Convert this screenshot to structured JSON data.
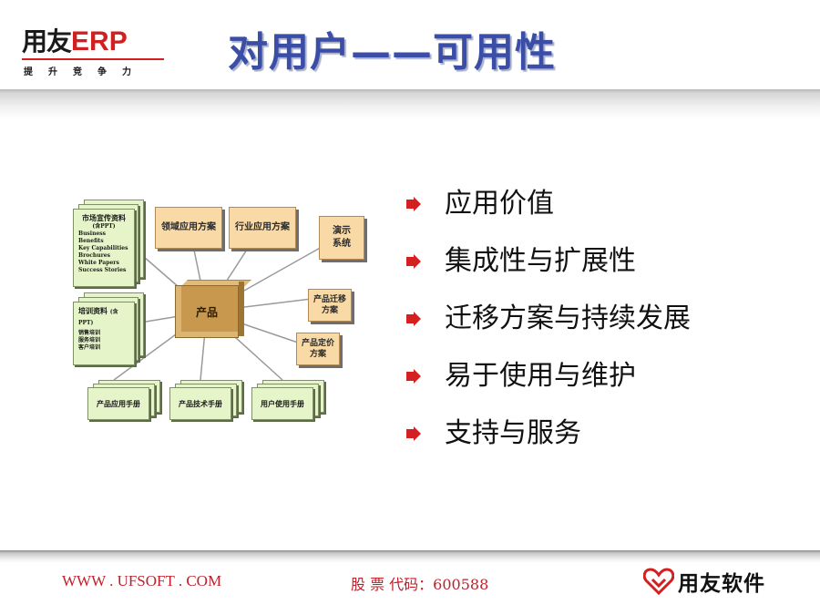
{
  "header": {
    "logo_main": "用友",
    "logo_erp": "ERP",
    "logo_tagline": "提升竞争力",
    "title": "对用户——可用性"
  },
  "diagram": {
    "center": "产品",
    "market_doc": {
      "title": "市场宣传资料",
      "note": "(含PPT)",
      "items": [
        "Business Benefits",
        "Key Capabilities",
        "Brochures",
        "White Papers",
        "Success Stories"
      ]
    },
    "training_doc": {
      "title": "培训资料",
      "note": "(含PPT)",
      "items": [
        "销售培训",
        "服务培训",
        "客户培训"
      ]
    },
    "domain_solution": "领域应用方案",
    "industry_solution": "行业应用方案",
    "demo_system": "演示系统",
    "migration_plan": "产品迁移方案",
    "pricing_plan": "产品定价方案",
    "app_manual": "产品应用手册",
    "tech_manual": "产品技术手册",
    "user_manual": "用户使用手册"
  },
  "bullets": [
    "应用价值",
    "集成性与扩展性",
    "迁移方案与持续发展",
    "易于使用与维护",
    "支持与服务"
  ],
  "footer": {
    "url": "WWW . UFSOFT . COM",
    "stock": "股 票 代码：600588",
    "brand": "用友软件"
  },
  "colors": {
    "title": "#3a4ea8",
    "accent_red": "#c0202a",
    "card_green": "#e5f4c9",
    "card_orange": "#f9d9a6",
    "product": "#c7984d"
  }
}
